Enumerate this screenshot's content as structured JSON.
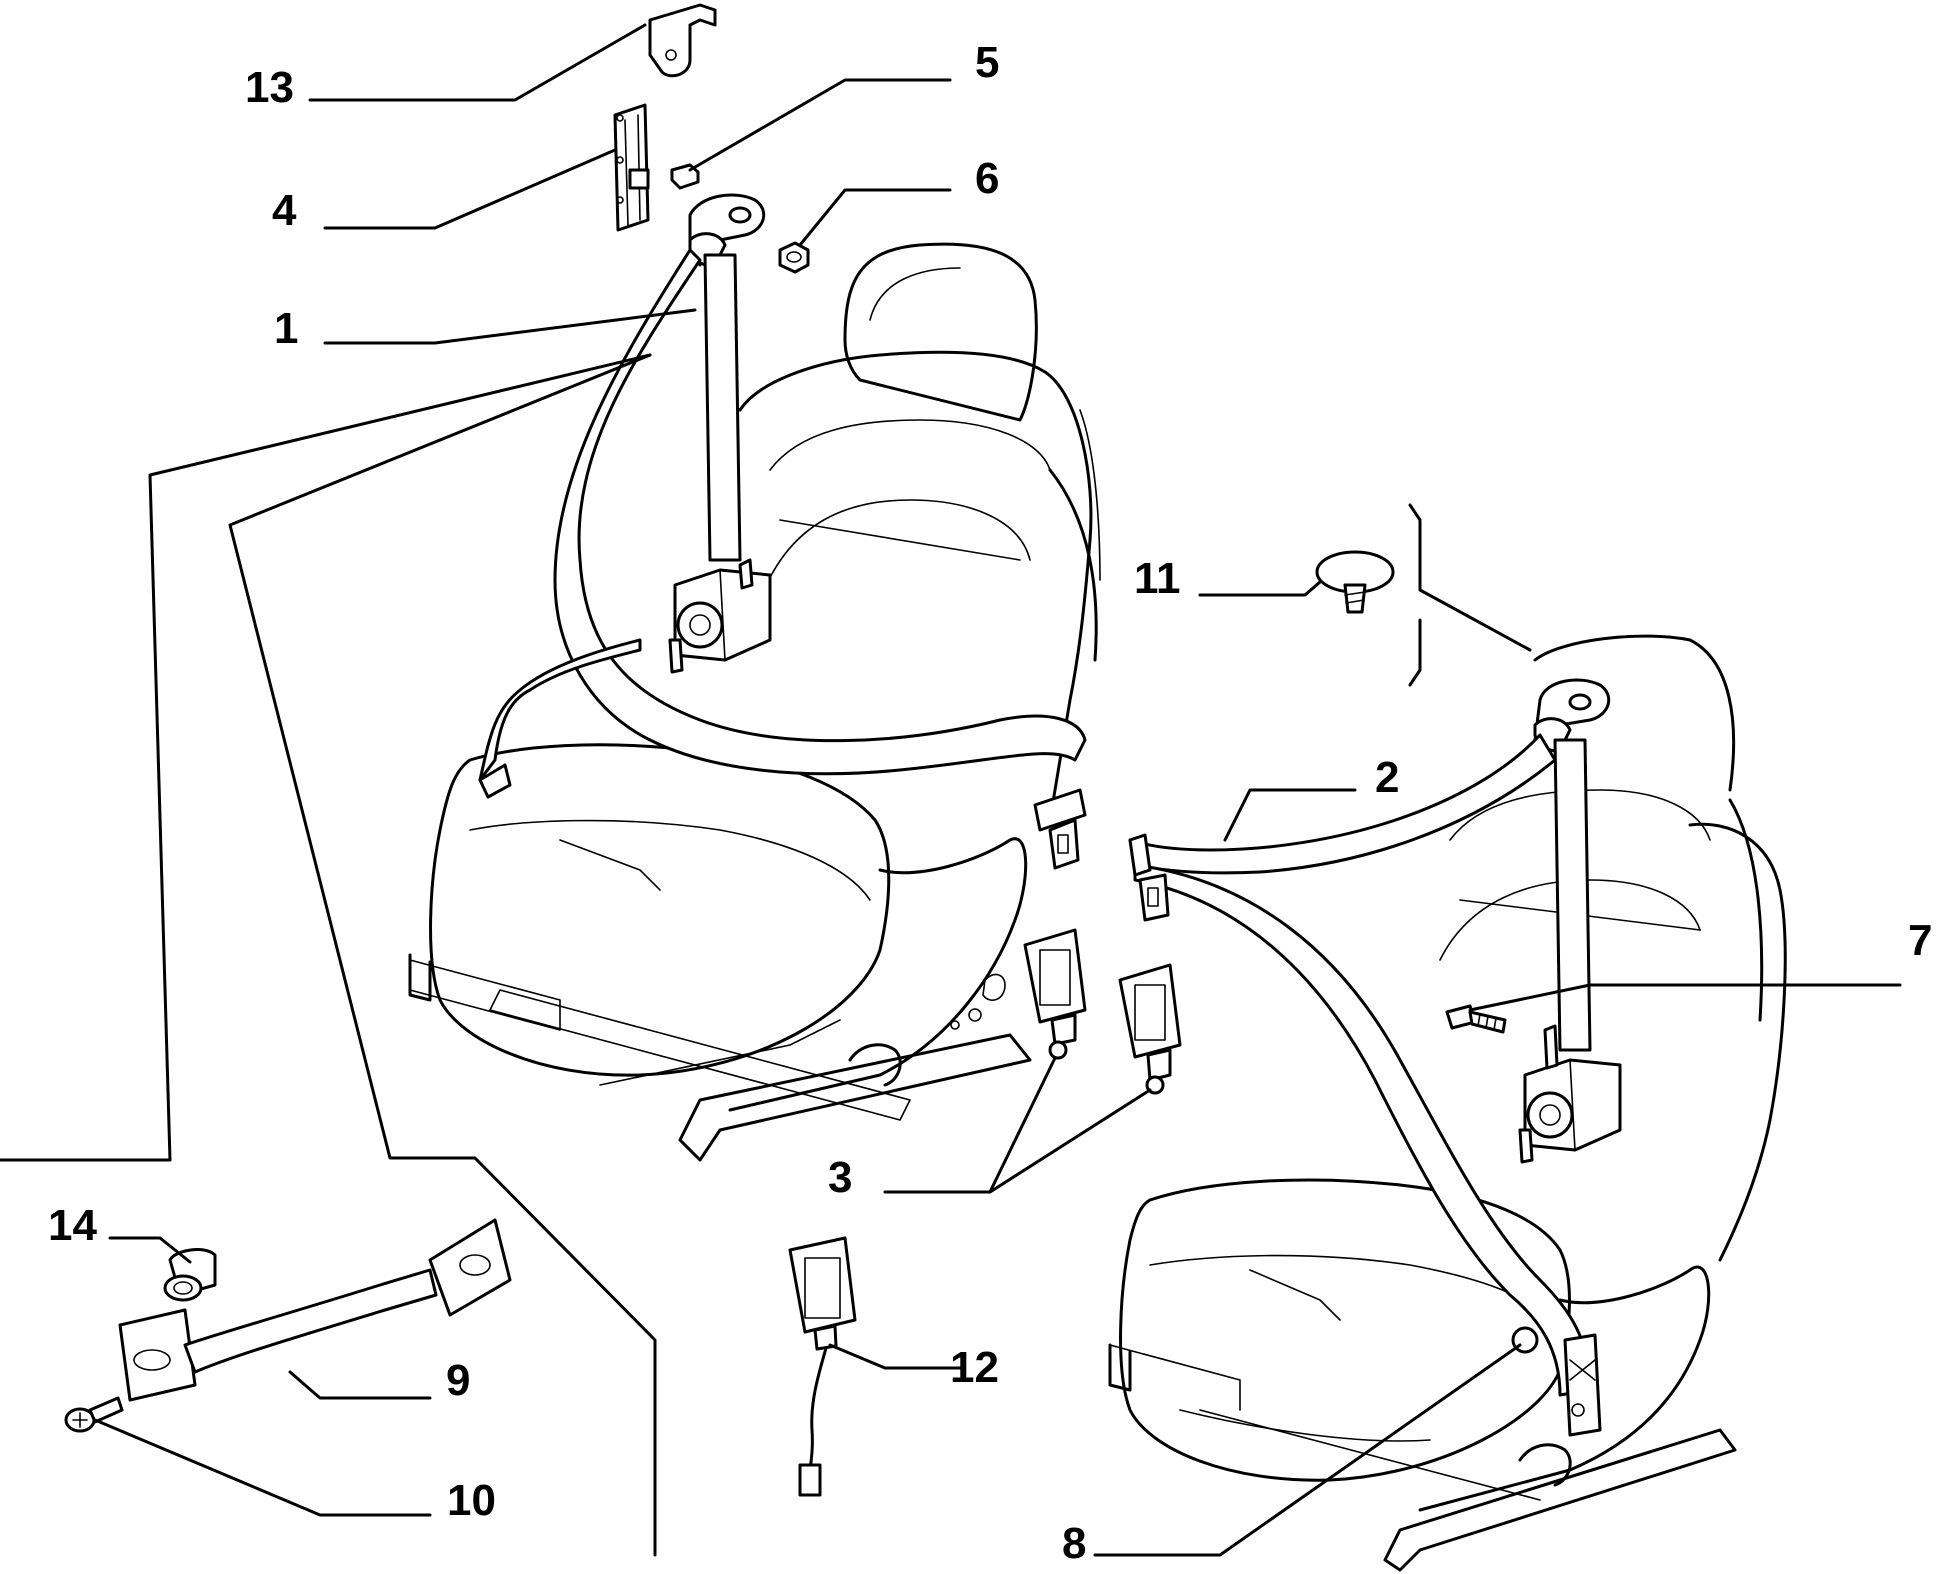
{
  "diagram": {
    "callouts": [
      {
        "id": "13",
        "text": "13"
      },
      {
        "id": "5",
        "text": "5"
      },
      {
        "id": "4",
        "text": "4"
      },
      {
        "id": "6",
        "text": "6"
      },
      {
        "id": "1",
        "text": "1"
      },
      {
        "id": "11",
        "text": "11"
      },
      {
        "id": "2",
        "text": "2"
      },
      {
        "id": "7",
        "text": "7"
      },
      {
        "id": "3",
        "text": "3"
      },
      {
        "id": "14",
        "text": "14"
      },
      {
        "id": "9",
        "text": "9"
      },
      {
        "id": "12",
        "text": "12"
      },
      {
        "id": "10",
        "text": "10"
      },
      {
        "id": "8",
        "text": "8"
      }
    ]
  }
}
